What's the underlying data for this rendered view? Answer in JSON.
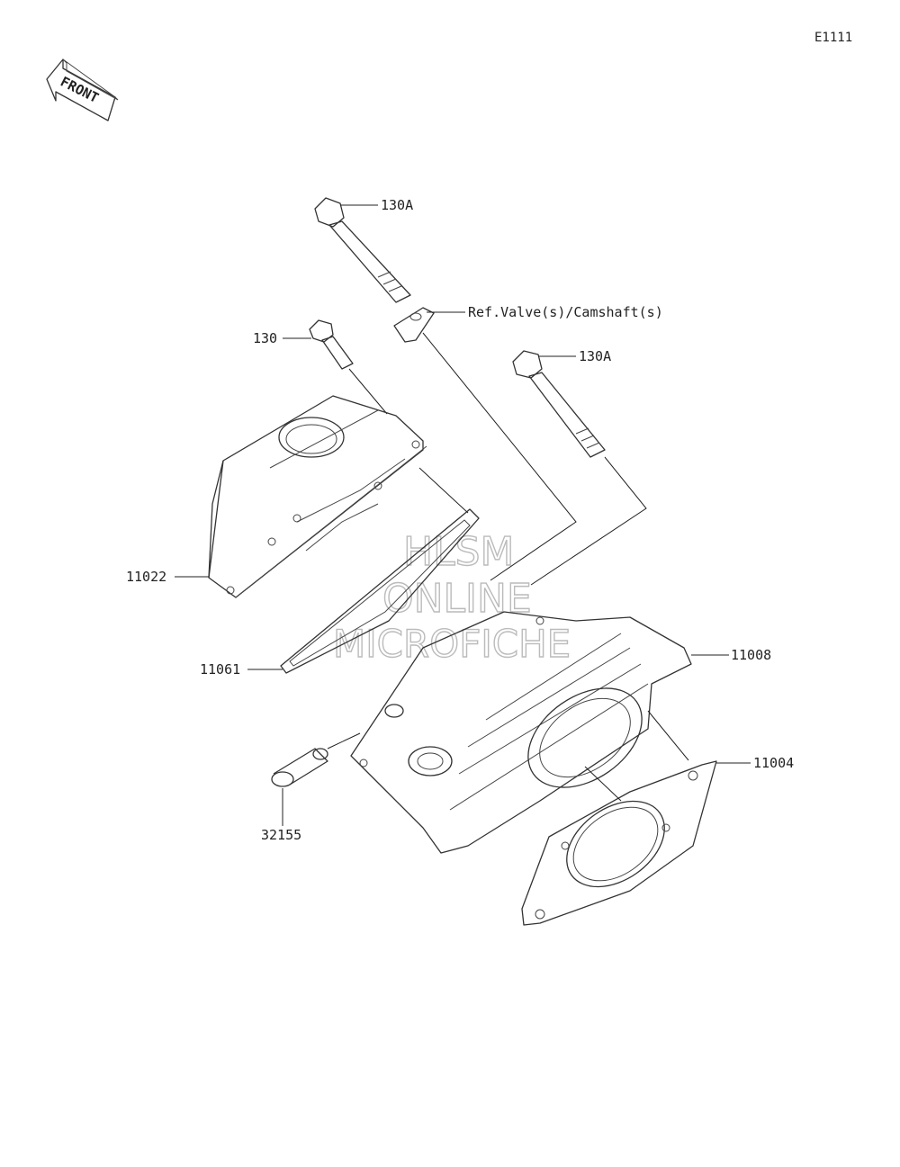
{
  "diagram_code": "E1111",
  "front_arrow": {
    "text": "FRONT",
    "icon": "front-arrow-icon"
  },
  "callouts": {
    "bolt_long_top": "130A",
    "ref_note": "Ref.Valve(s)/Camshaft(s)",
    "bolt_short": "130",
    "bolt_long_right": "130A",
    "cover": "11022",
    "cover_gasket": "11061",
    "cylinder_head": "11008",
    "head_gasket": "11004",
    "dowel_pin": "32155"
  },
  "watermark": {
    "line1": "HLSM",
    "line2": "ONLINE",
    "line3": "MICROFICHE"
  }
}
